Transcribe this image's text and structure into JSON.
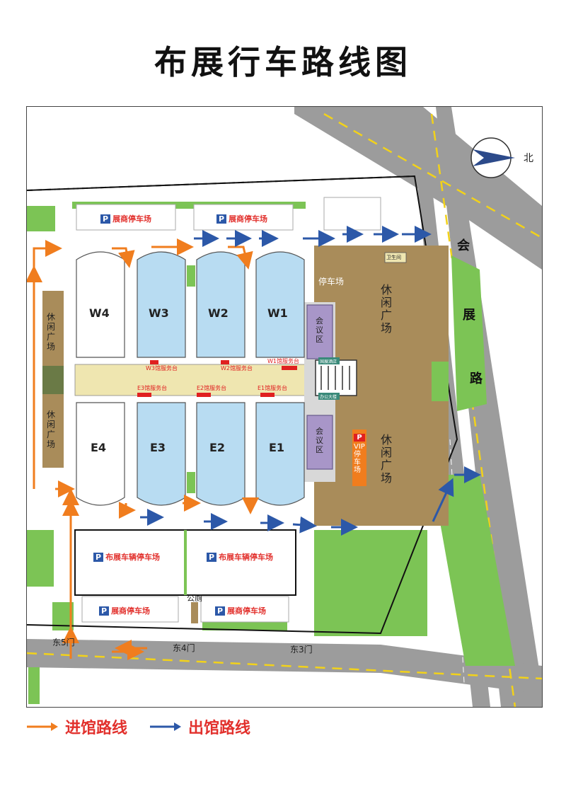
{
  "title": "布展行车路线图",
  "colors": {
    "road": "#9c9c9c",
    "road_mark": "#f2d21a",
    "green": "#7cc455",
    "hall_blue": "#b8dcf2",
    "hall_white": "#ffffff",
    "plaza_brown": "#a98c5a",
    "conference": "#a896c8",
    "corridor": "#efe6b0",
    "inbound": "#f07d1e",
    "outbound": "#2c58a8",
    "service": "#e02020",
    "text_red": "#e2312d"
  },
  "compass": {
    "label": "北"
  },
  "road_name": [
    "会",
    "展",
    "路"
  ],
  "halls": {
    "north": [
      "W4",
      "W3",
      "W2",
      "W1"
    ],
    "south": [
      "E4",
      "E3",
      "E2",
      "E1"
    ]
  },
  "service_desks": {
    "north": [
      "W3馆服务台",
      "W2馆服务台",
      "W1馆服务台"
    ],
    "south": [
      "E3馆服务台",
      "E2馆服务台",
      "E1馆服务台"
    ]
  },
  "leisure_plaza": {
    "left_upper": "休闲广场",
    "left_lower": "休闲广场",
    "right_upper": "休闲广场",
    "right_lower": "休闲广场"
  },
  "parking": {
    "exhibitor_parking": "展商停车场",
    "vehicle_parking": "布展车辆停车场",
    "vip_parking": "VIP停车场",
    "general_parking": "停车场",
    "p_icon": "P"
  },
  "facilities": {
    "conference_upper": "会议区",
    "conference_lower": "会议区",
    "restroom_east": "卫生间",
    "restroom_south": "公厕",
    "hotel": "国展酒店",
    "office": "办公大楼"
  },
  "gates": [
    "东5门",
    "东4门",
    "东3门"
  ],
  "legend": {
    "inbound_label": "进馆路线",
    "outbound_label": "出馆路线"
  }
}
